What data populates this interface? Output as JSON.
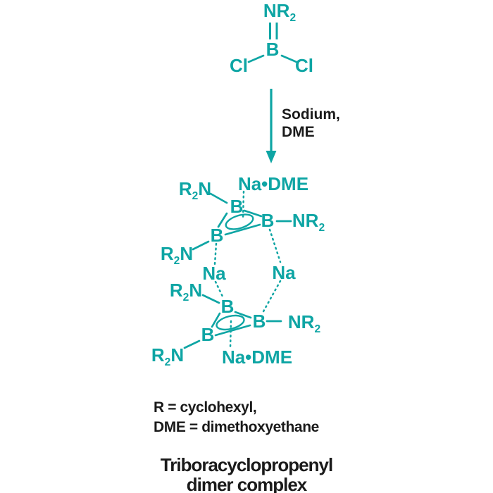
{
  "colors": {
    "teal": "#0ea5a4",
    "text": "#1a1a1a",
    "background": "#ffffff"
  },
  "reactant": {
    "amine": {
      "pre": "NR",
      "sub": "2"
    },
    "boron": "B",
    "chloride_left": "Cl",
    "chloride_right": "Cl"
  },
  "arrow": {
    "label_line1": "Sodium,",
    "label_line2": "DME"
  },
  "product": {
    "na_left": "Na",
    "na_right": "Na",
    "rings": [
      {
        "na_dme": "Na•DME",
        "amino_top_left": {
          "pre": "R",
          "sub": "2",
          "post": "N"
        },
        "b_top": "B",
        "b_right": "B",
        "b_left": "B",
        "amino_right": {
          "pre": "NR",
          "sub": "2"
        },
        "amino_bottom_left": {
          "pre": "R",
          "sub": "2",
          "post": "N"
        }
      },
      {
        "na_dme": "Na•DME",
        "amino_top_left": {
          "pre": "R",
          "sub": "2",
          "post": "N"
        },
        "b_top": "B",
        "b_right": "B",
        "b_left": "B",
        "amino_right": {
          "pre": "NR",
          "sub": "2"
        },
        "amino_bottom_left": {
          "pre": "R",
          "sub": "2",
          "post": "N"
        }
      }
    ]
  },
  "legend": {
    "line1": "R = cyclohexyl,",
    "line2": "DME = dimethoxyethane"
  },
  "caption": {
    "line1": "Triboracyclopropenyl",
    "line2": "dimer complex"
  }
}
